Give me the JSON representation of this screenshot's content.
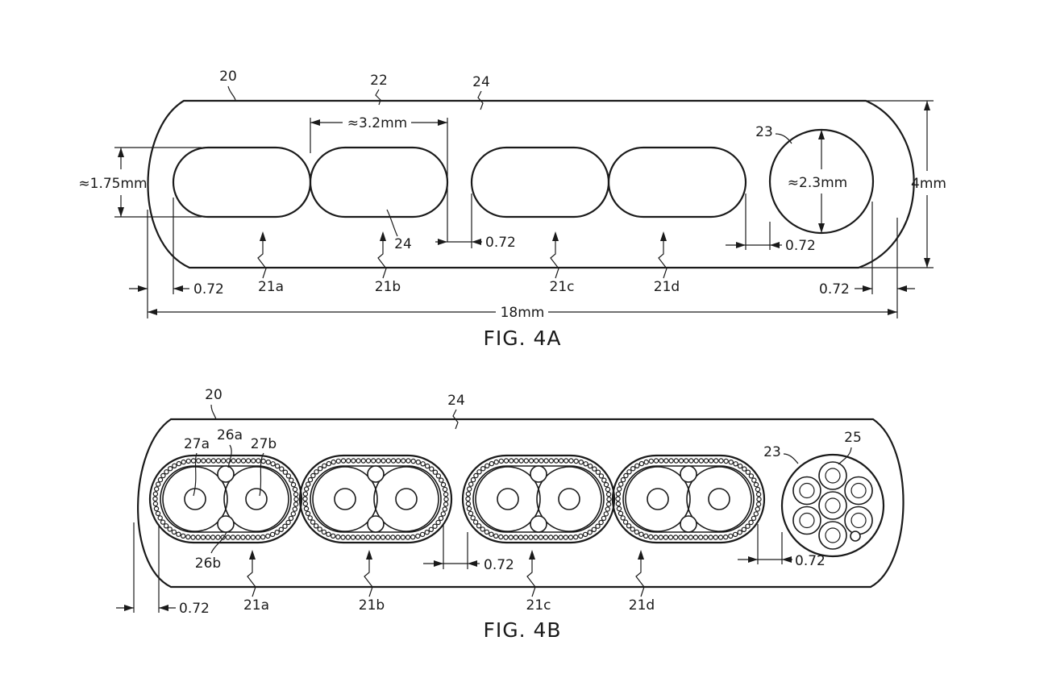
{
  "fig4a": {
    "caption": "FIG. 4A",
    "labels": {
      "cable": "20",
      "wall": "22",
      "jacket": "24",
      "jacket_inner": "24",
      "round_lumen": "23",
      "lumen_a": "21a",
      "lumen_b": "21b",
      "lumen_c": "21c",
      "lumen_d": "21d"
    },
    "dimensions": {
      "lumen_width": "≈3.2mm",
      "lumen_height": "≈1.75mm",
      "round_diameter": "≈2.3mm",
      "total_height": "4mm",
      "total_width": "18mm",
      "gap_bc": "0.72",
      "gap_d_round": "0.72",
      "left_margin": "0.72",
      "right_margin": "0.72"
    }
  },
  "fig4b": {
    "caption": "FIG. 4B",
    "labels": {
      "cable": "20",
      "jacket": "24",
      "round_bundle": "23",
      "fiber": "25",
      "conductor_a": "27a",
      "conductor_b": "27b",
      "filler_a": "26a",
      "filler_b": "26b",
      "lumen_a": "21a",
      "lumen_b": "21b",
      "lumen_c": "21c",
      "lumen_d": "21d"
    },
    "dimensions": {
      "gap_bc": "0.72",
      "gap_d_round": "0.72",
      "left_margin": "0.72"
    }
  }
}
